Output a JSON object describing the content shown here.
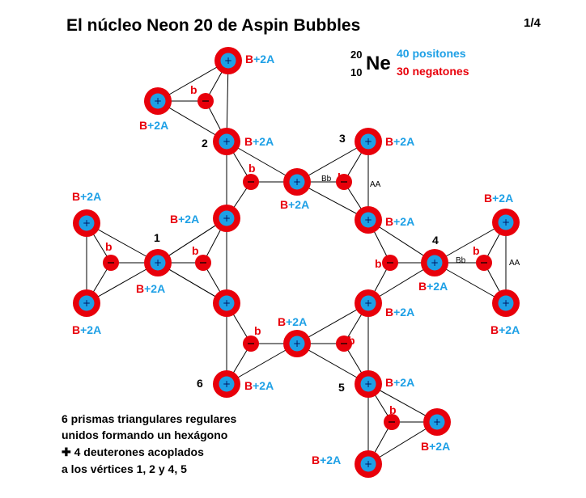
{
  "title": "El núcleo Neon 20  de Aspin Bubbles",
  "page": "1/4",
  "symbol": {
    "mass": "20",
    "atomic": "10",
    "element": "Ne",
    "positrons": "40 positones",
    "negatrons": "30 negatones"
  },
  "node_label": {
    "B": "B",
    "plus2A": "+2A"
  },
  "vertex_numbers": [
    "1",
    "2",
    "3",
    "4",
    "5",
    "6"
  ],
  "b_label": "b",
  "bb_label": "Bb",
  "aa_label": "AA",
  "caption": [
    "6 prismas triangulares regulares",
    "unidos formando un hexágono",
    "✚ 4 deuterones acoplados",
    " a los vértices 1, 2 y 4, 5"
  ],
  "colors": {
    "red": "#e8000b",
    "blue": "#1ea0e6",
    "line": "#000000"
  }
}
